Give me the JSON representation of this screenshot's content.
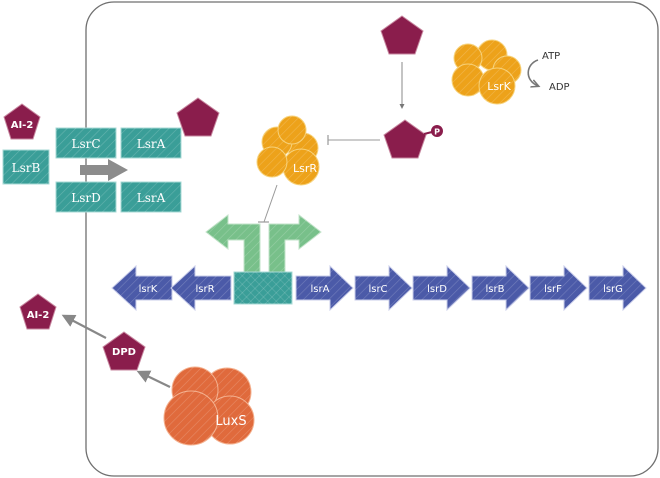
{
  "colors": {
    "teal": "#3a9e98",
    "teal_stroke": "#a7d9d5",
    "orange": "#eda21a",
    "orange_stroke": "#f7d27a",
    "luxs": "#e06a3c",
    "luxs_stroke": "#f4b18f",
    "gene_blue": "#4b5aa8",
    "gene_stroke": "#c9cdea",
    "green": "#78c08a",
    "magenta": "#8a1d4c",
    "gray": "#888888",
    "border": "#6f6f6f"
  },
  "labels": {
    "ai2_outer": "AI-2",
    "ai2_bottom": "AI-2",
    "lsrb": "LsrB",
    "lsrc_transporter": "LsrC",
    "lsra_top": "LsrA",
    "lsrd_transporter": "LsrD",
    "lsra_bottom": "LsrA",
    "lsrr": "LsrR",
    "lsrk": "LsrK",
    "atp": "ATP",
    "adp": "ADP",
    "phosphate": "P",
    "dpd": "DPD",
    "luxs": "LuxS"
  },
  "genes": {
    "left": [
      "lsrK",
      "lsrR"
    ],
    "right": [
      "lsrA",
      "lsrC",
      "lsrD",
      "lsrB",
      "lsrF",
      "lsrG"
    ]
  }
}
